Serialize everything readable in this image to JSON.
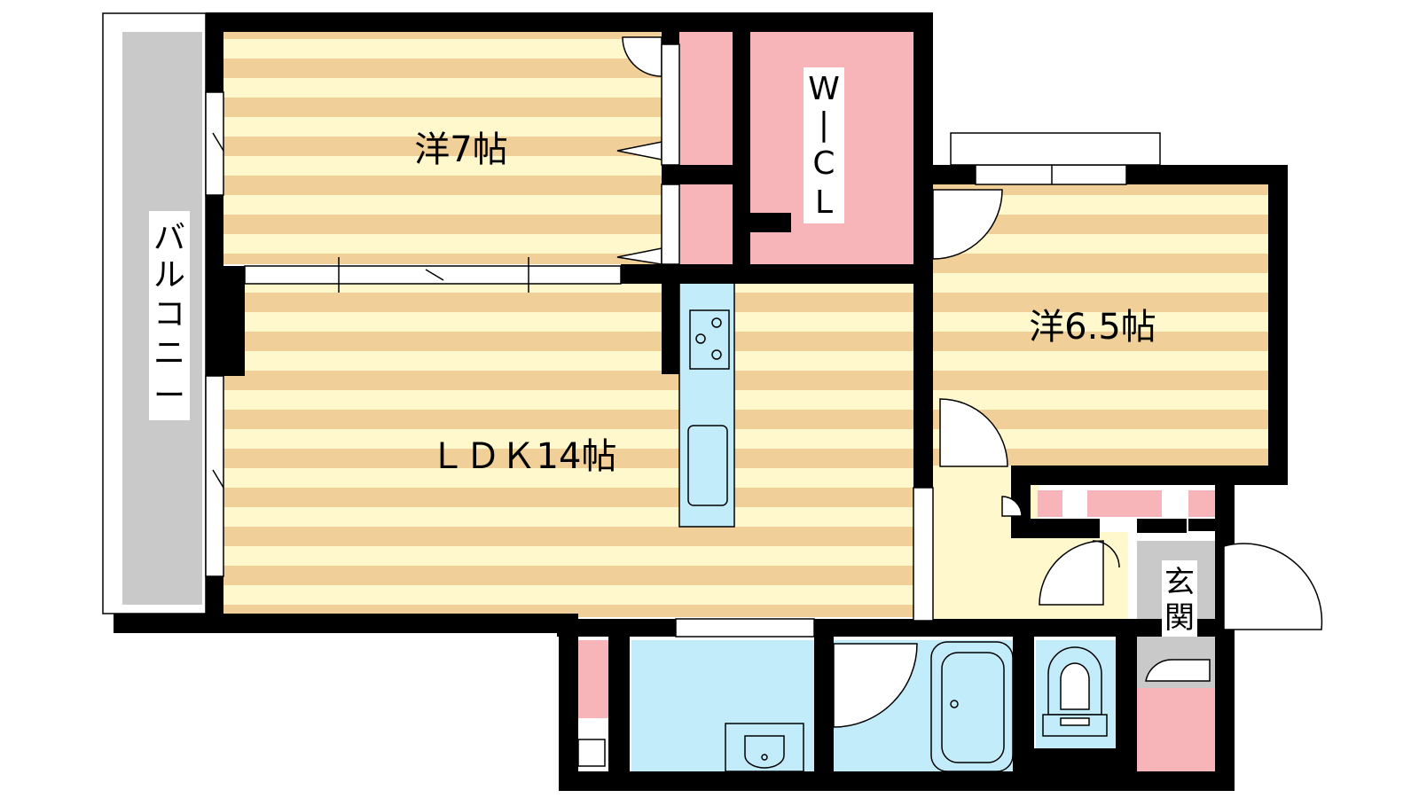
{
  "rooms": {
    "western_7": "洋7帖",
    "western_6_5": "洋6.5帖",
    "ldk": "ＬＤＫ14帖",
    "wcl_chars": [
      "W",
      "|",
      "C",
      "L"
    ],
    "balcony_chars": [
      "バ",
      "ル",
      "コ",
      "ニ",
      "ー"
    ],
    "entrance_chars": [
      "玄",
      "関"
    ]
  },
  "colors": {
    "wall": "#000000",
    "floor_light": "#fff8cc",
    "floor_stripe": "#f1cf98",
    "storage_pink": "#f7b5b9",
    "wet_blue": "#c3ecfb",
    "balcony_gray": "#c9c9c9",
    "entry_floor": "#fff8cc"
  }
}
